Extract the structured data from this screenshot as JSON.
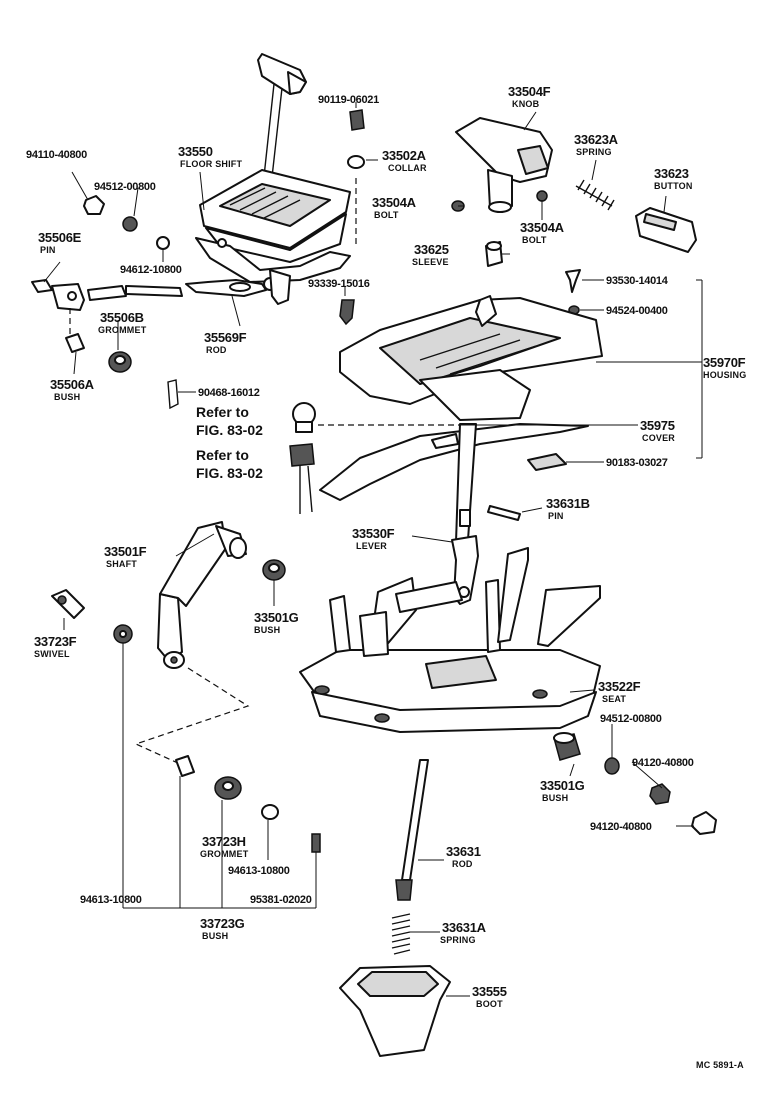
{
  "callouts": {
    "c90119": "90119-06021",
    "c33504F_num": "33504F",
    "c33504F_name": "KNOB",
    "c33623A_num": "33623A",
    "c33623A_name": "SPRING",
    "c33623_num": "33623",
    "c33623_name": "BUTTON",
    "c94110": "94110-40800",
    "c33550_num": "33550",
    "c33550_name": "FLOOR SHIFT",
    "c33502A_num": "33502A",
    "c33502A_name": "COLLAR",
    "c94512a": "94512-00800",
    "c33504A1_num": "33504A",
    "c33504A1_name": "BOLT",
    "c33504A2_num": "33504A",
    "c33504A2_name": "BOLT",
    "c35506E_num": "35506E",
    "c35506E_name": "PIN",
    "c94612": "94612-10800",
    "c33625_num": "33625",
    "c33625_name": "SLEEVE",
    "c93530": "93530-14014",
    "c93339": "93339-15016",
    "c94524": "94524-00400",
    "c35506B_num": "35506B",
    "c35506B_name": "GROMMET",
    "c35569F_num": "35569F",
    "c35569F_name": "ROD",
    "c35970F_num": "35970F",
    "c35970F_name": "HOUSING",
    "c35506A_num": "35506A",
    "c35506A_name": "BUSH",
    "c90468": "90468-16012",
    "c35975_num": "35975",
    "c35975_name": "COVER",
    "c90183": "90183-03027",
    "c33631B_num": "33631B",
    "c33631B_name": "PIN",
    "c33530F_num": "33530F",
    "c33530F_name": "LEVER",
    "c33501F_num": "33501F",
    "c33501F_name": "SHAFT",
    "c33501G1_num": "33501G",
    "c33501G1_name": "BUSH",
    "c33723F_num": "33723F",
    "c33723F_name": "SWIVEL",
    "c33522F_num": "33522F",
    "c33522F_name": "SEAT",
    "c94512b": "94512-00800",
    "c33501G2_num": "33501G",
    "c33501G2_name": "BUSH",
    "c94120a": "94120-40800",
    "c94120b": "94120-40800",
    "c33723H_num": "33723H",
    "c33723H_name": "GROMMET",
    "c94613b": "94613-10800",
    "c33631_num": "33631",
    "c33631_name": "ROD",
    "c94613a": "94613-10800",
    "c95381": "95381-02020",
    "c33723G_num": "33723G",
    "c33723G_name": "BUSH",
    "c33631A_num": "33631A",
    "c33631A_name": "SPRING",
    "c33555_num": "33555",
    "c33555_name": "BOOT"
  },
  "references": {
    "ref1_line1": "Refer to",
    "ref1_line2": "FIG. 83-02",
    "ref2_line1": "Refer to",
    "ref2_line2": "FIG. 83-02"
  },
  "footer": {
    "code": "MC  5891-A"
  }
}
